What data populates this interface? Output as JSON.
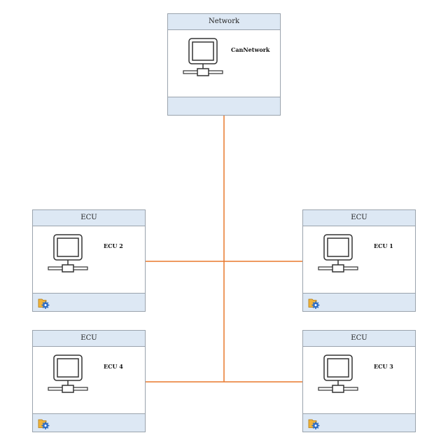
{
  "network": {
    "header": "Network",
    "name": "CanNetwork",
    "icon": "network-computer-icon"
  },
  "ecus": [
    {
      "header": "ECU",
      "name": "ECU 2",
      "icon": "network-computer-icon",
      "footer_icon": "config-gear-icon"
    },
    {
      "header": "ECU",
      "name": "ECU 1",
      "icon": "network-computer-icon",
      "footer_icon": "config-gear-icon"
    },
    {
      "header": "ECU",
      "name": "ECU 4",
      "icon": "network-computer-icon",
      "footer_icon": "config-gear-icon"
    },
    {
      "header": "ECU",
      "name": "ECU 3",
      "icon": "network-computer-icon",
      "footer_icon": "config-gear-icon"
    }
  ],
  "colors": {
    "connector": "#e8782c",
    "header_fill": "#dde8f4",
    "border": "#9aa3ad",
    "gear": "#2f6fc7",
    "folder": "#f0b33a"
  }
}
